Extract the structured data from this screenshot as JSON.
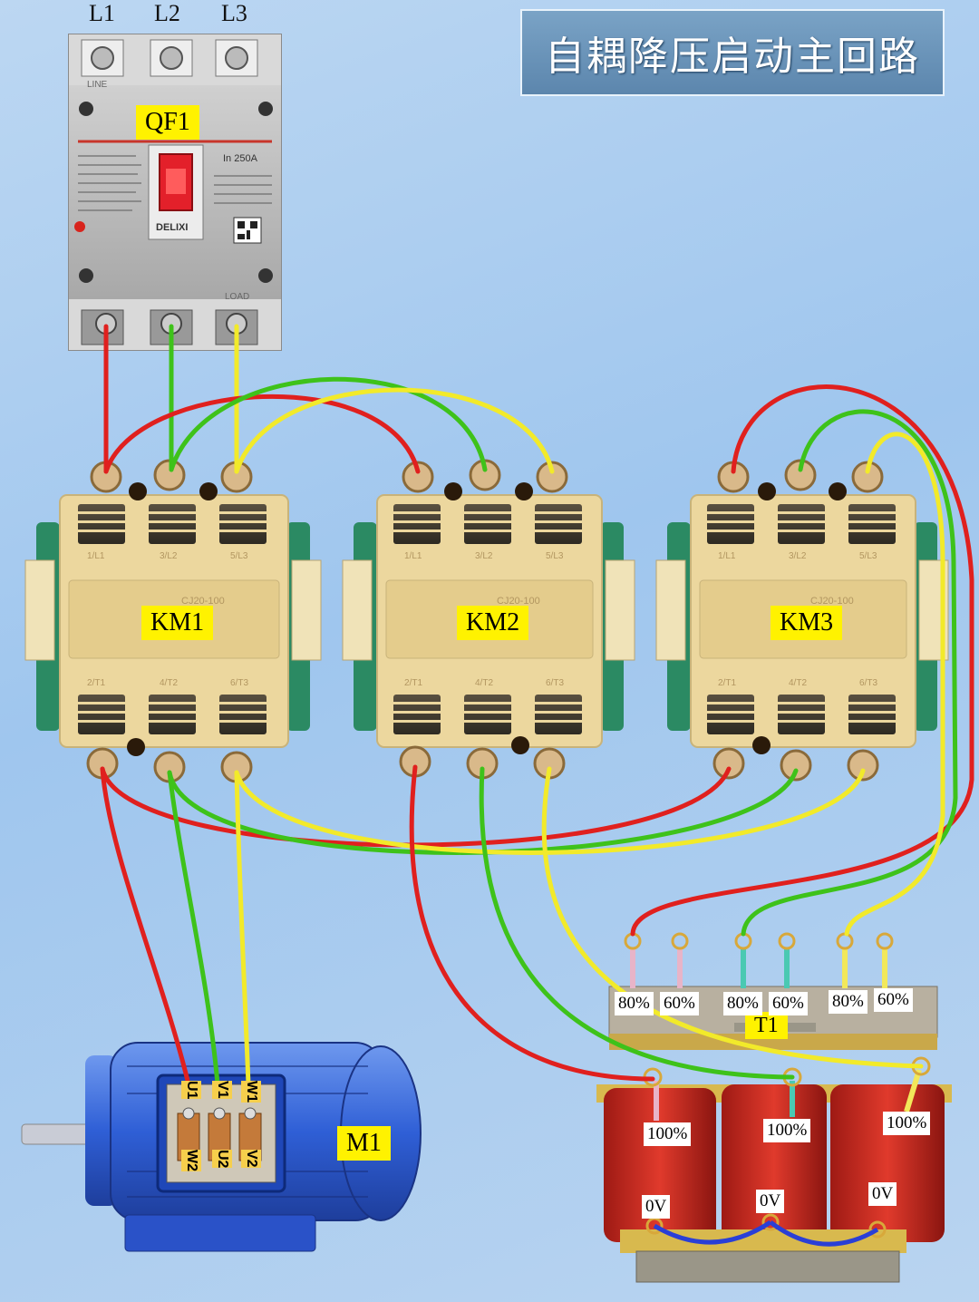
{
  "title": "自耦降压启动主回路",
  "breaker": {
    "label": "QF1",
    "lines": [
      "L1",
      "L2",
      "L3"
    ],
    "rating": "In 250A",
    "brand": "DELIXI",
    "top_text": "LINE",
    "bottom_text": "LOAD"
  },
  "contactors": [
    {
      "label": "KM1",
      "model": "CJ20-100"
    },
    {
      "label": "KM2",
      "model": "CJ20-100"
    },
    {
      "label": "KM3",
      "model": "CJ20-100"
    }
  ],
  "contactor_terminals_top": [
    "1/L1",
    "3/L2",
    "5/L3"
  ],
  "contactor_terminals_bottom": [
    "2/T1",
    "4/T2",
    "6/T3"
  ],
  "transformer": {
    "label": "T1",
    "taps": [
      "80%",
      "60%",
      "80%",
      "60%",
      "80%",
      "60%"
    ],
    "full": [
      "100%",
      "100%",
      "100%"
    ],
    "zero": [
      "0V",
      "0V",
      "0V"
    ]
  },
  "motor": {
    "label": "M1",
    "terminals_top": [
      "U1",
      "V1",
      "W1"
    ],
    "terminals_bottom": [
      "W2",
      "U2",
      "V2"
    ]
  },
  "colors": {
    "phase_l1": "#e0201e",
    "phase_l2": "#3ec21a",
    "phase_l3": "#f2ea2a",
    "neutral_link": "#2a3fd6",
    "label_bg": "#fff200"
  }
}
